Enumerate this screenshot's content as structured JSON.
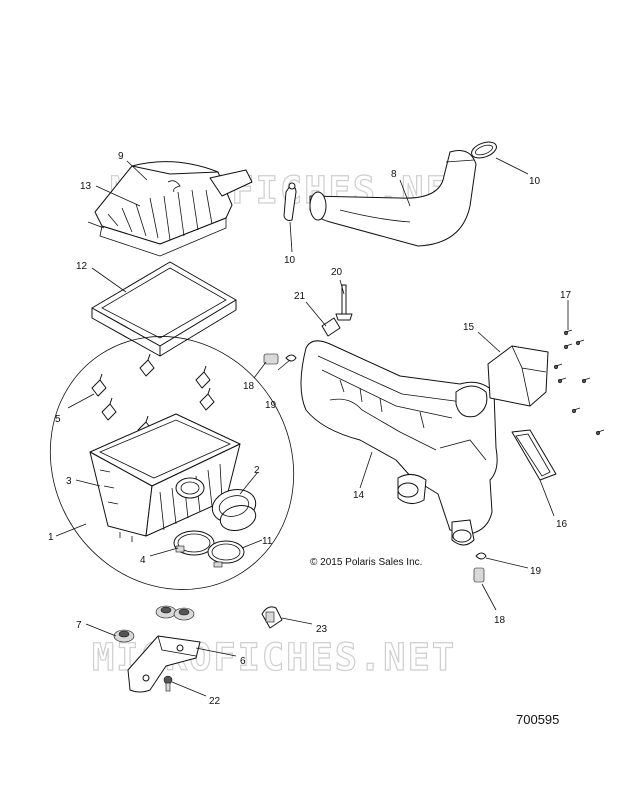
{
  "watermark": "MICROFICHES.NET",
  "copyright": "© 2015 Polaris Sales Inc.",
  "part_number": "700595",
  "callouts": [
    {
      "id": "c9",
      "text": "9"
    },
    {
      "id": "c13",
      "text": "13"
    },
    {
      "id": "c8",
      "text": "8"
    },
    {
      "id": "c10a",
      "text": "10"
    },
    {
      "id": "c10b",
      "text": "10"
    },
    {
      "id": "c12",
      "text": "12"
    },
    {
      "id": "c20",
      "text": "20"
    },
    {
      "id": "c21",
      "text": "21"
    },
    {
      "id": "c17",
      "text": "17"
    },
    {
      "id": "c15",
      "text": "15"
    },
    {
      "id": "c18a",
      "text": "18"
    },
    {
      "id": "c19a",
      "text": "19"
    },
    {
      "id": "c5",
      "text": "5"
    },
    {
      "id": "c3",
      "text": "3"
    },
    {
      "id": "c2",
      "text": "2"
    },
    {
      "id": "c14",
      "text": "14"
    },
    {
      "id": "c16",
      "text": "16"
    },
    {
      "id": "c1",
      "text": "1"
    },
    {
      "id": "c4",
      "text": "4"
    },
    {
      "id": "c11",
      "text": "11"
    },
    {
      "id": "c19b",
      "text": "19"
    },
    {
      "id": "c18b",
      "text": "18"
    },
    {
      "id": "c7",
      "text": "7"
    },
    {
      "id": "c23",
      "text": "23"
    },
    {
      "id": "c6",
      "text": "6"
    },
    {
      "id": "c22",
      "text": "22"
    }
  ]
}
